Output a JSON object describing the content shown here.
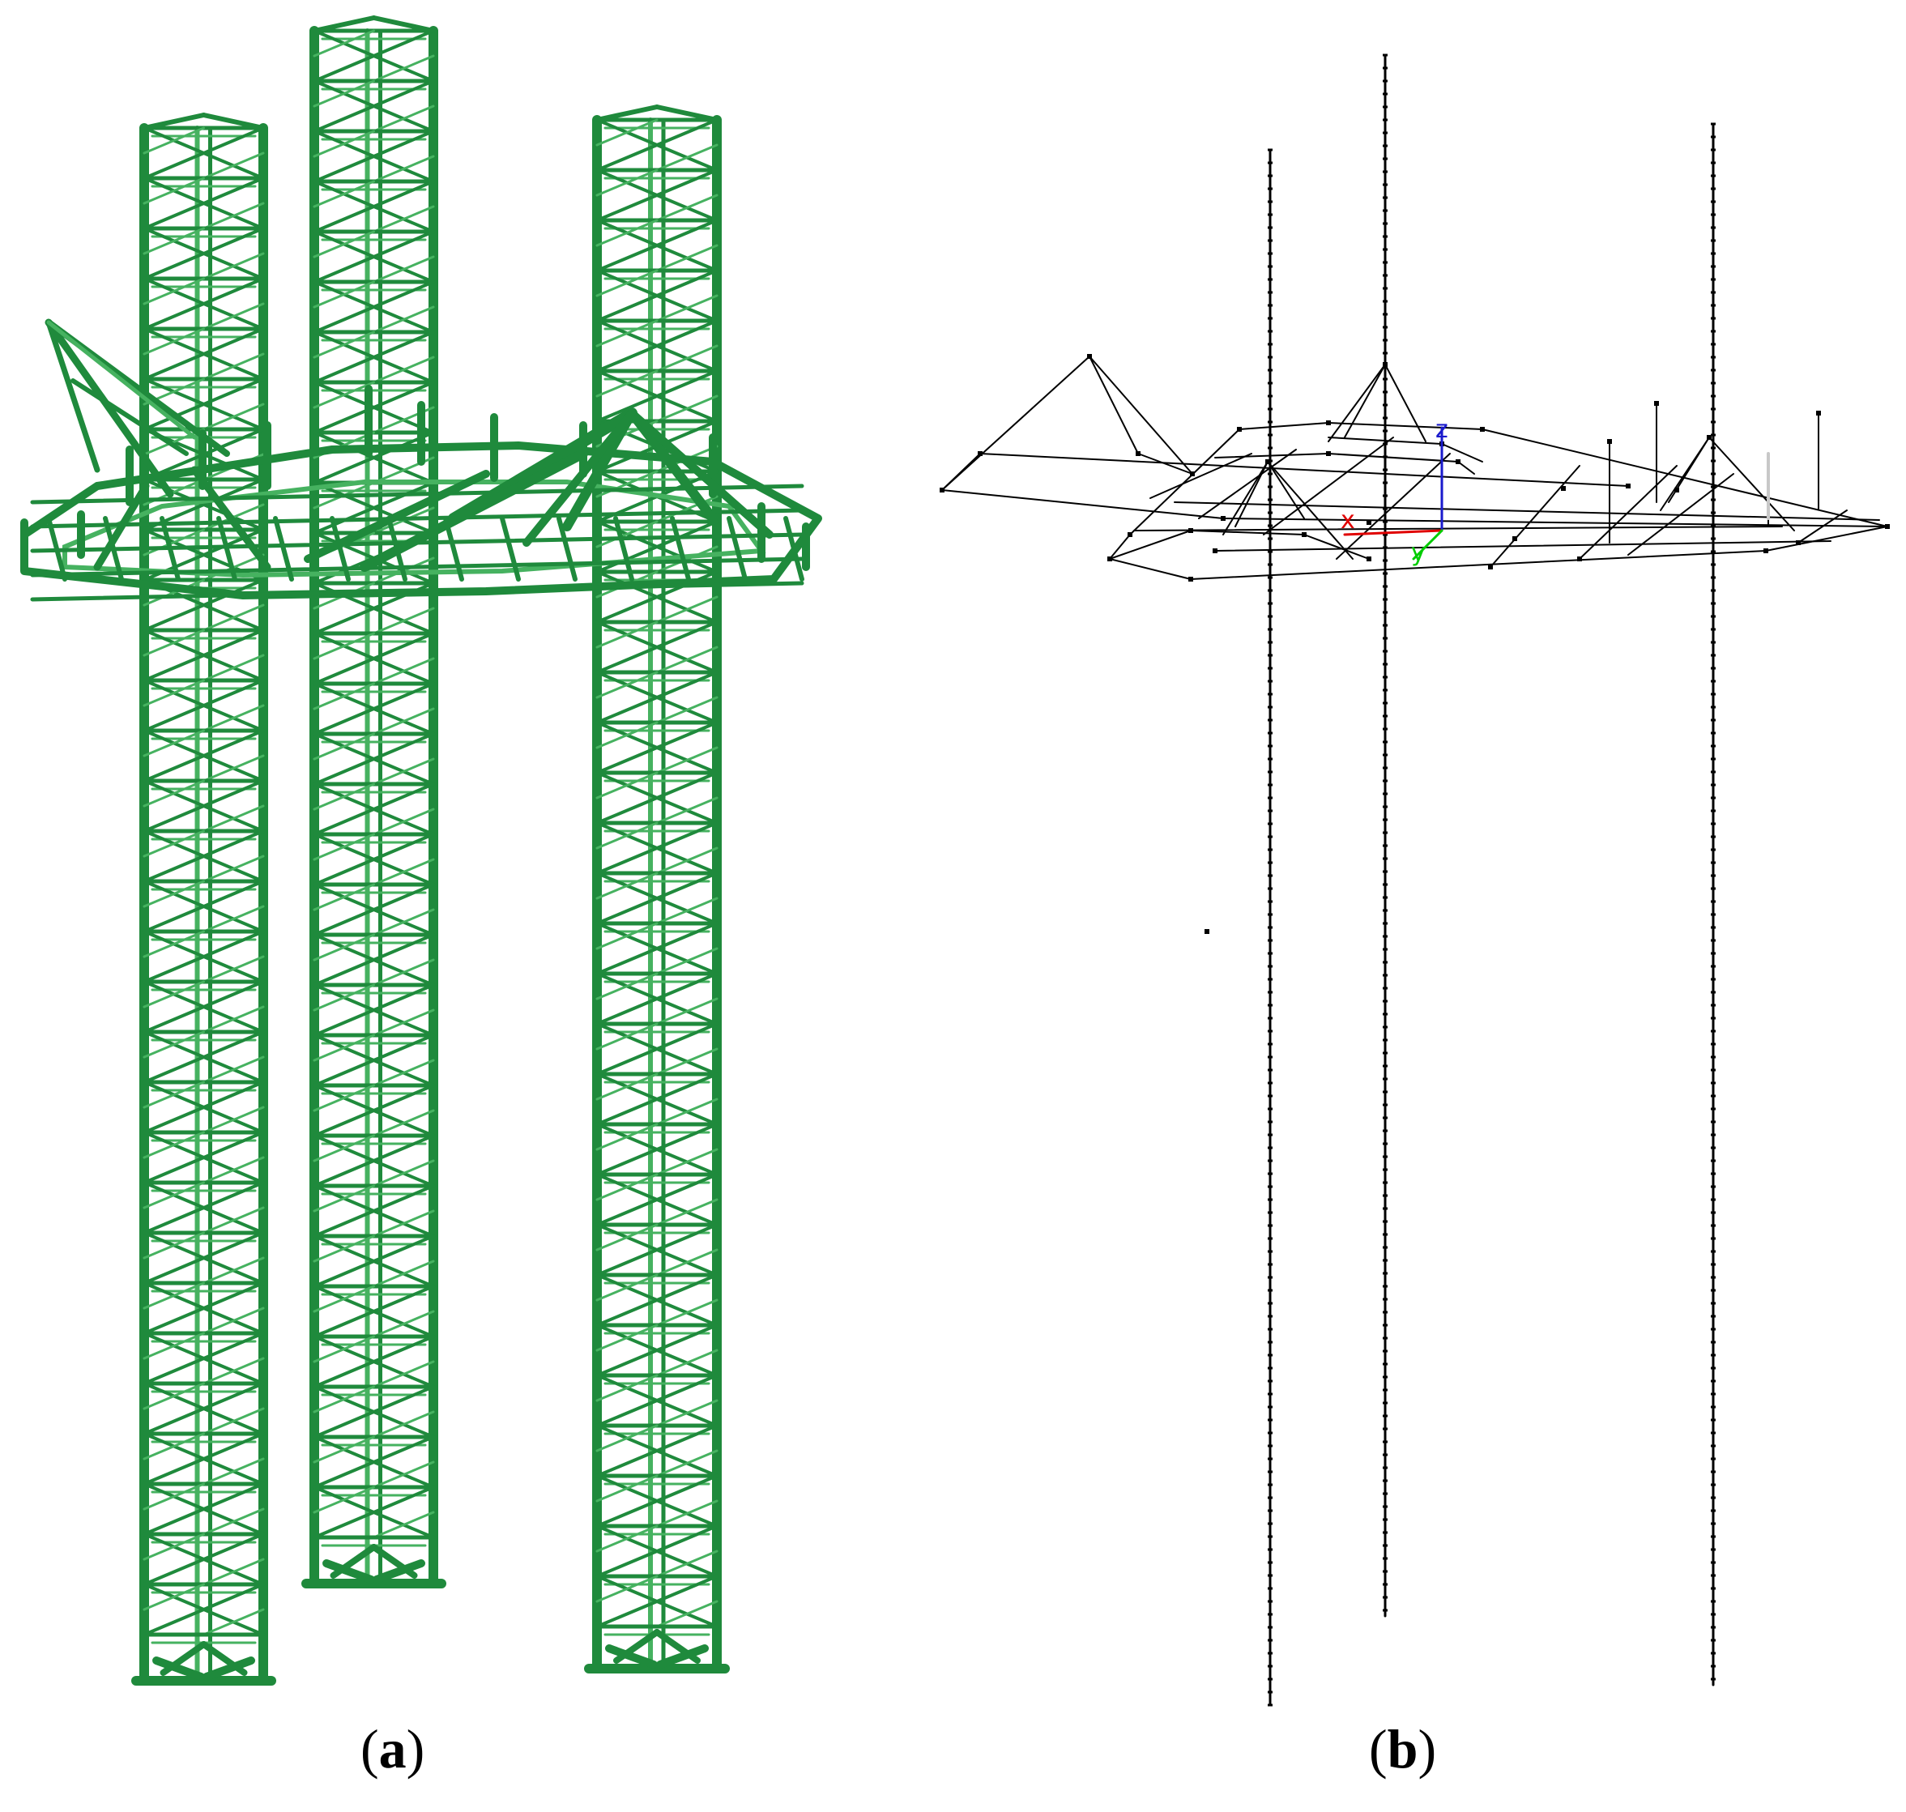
{
  "panels": [
    {
      "id": "a",
      "label_open": "(",
      "label_letter": "a",
      "label_close": ")",
      "render_style": "solid-3d-beam-model",
      "color": "#1f8a3c"
    },
    {
      "id": "b",
      "label_open": "(",
      "label_letter": "b",
      "label_close": ")",
      "render_style": "wireframe-node-model",
      "color": "#000000",
      "axes": {
        "x": {
          "label": "x",
          "color": "#e00000"
        },
        "y": {
          "label": "y",
          "color": "#00cc00"
        },
        "z": {
          "label": "z",
          "color": "#1a1acc"
        }
      }
    }
  ]
}
